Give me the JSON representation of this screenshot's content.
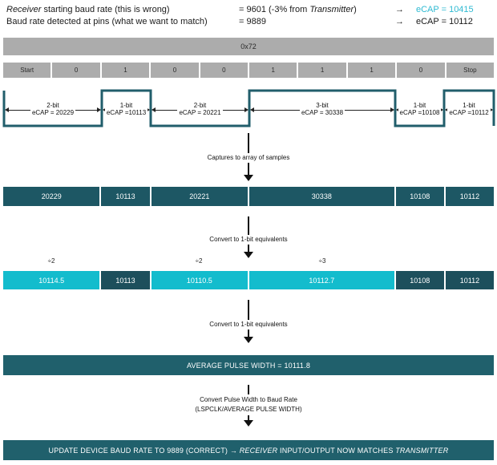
{
  "header": {
    "line1": {
      "label_italic": "Receiver",
      "label_rest": " starting baud rate (this is wrong)",
      "value_pre": "= 9601 (-3% from ",
      "value_italic": "Transmitter",
      "value_post": ")",
      "arrow": "→",
      "ecap": "eCAP = 10415"
    },
    "line2": {
      "label": "Baud rate detected at pins (what we want to match)",
      "value": "= 9889",
      "arrow": "→",
      "ecap": "eCAP = 10112"
    }
  },
  "byte_bar": {
    "label": "0x72"
  },
  "bit_row": {
    "cells": [
      "Start",
      "0",
      "1",
      "0",
      "0",
      "1",
      "1",
      "1",
      "0",
      "Stop"
    ]
  },
  "waveform": {
    "segments": [
      {
        "bits": "2-bit",
        "ecap": "eCAP = 20229"
      },
      {
        "bits": "1-bit",
        "ecap": "eCAP =10113"
      },
      {
        "bits": "2-bit",
        "ecap": "eCAP = 20221"
      },
      {
        "bits": "3-bit",
        "ecap": "eCAP = 30338"
      },
      {
        "bits": "1-bit",
        "ecap": "eCAP =10108"
      },
      {
        "bits": "1-bit",
        "ecap": "eCAP =10112"
      }
    ]
  },
  "arrows": {
    "capture": "Captures to array of samples",
    "convert1": "Convert to 1-bit equivalents",
    "convert2": "Convert to 1-bit equivalents",
    "convert3_line1": "Convert Pulse Width to Baud Rate",
    "convert3_line2": "(LSPCLK/AVERAGE PULSE WIDTH)"
  },
  "samples_row": {
    "cells": [
      "20229",
      "10113",
      "20221",
      "30338",
      "10108",
      "10112"
    ]
  },
  "divisors": [
    "÷2",
    "÷2",
    "÷3"
  ],
  "converted_row": {
    "cells": [
      {
        "value": "10114.5"
      },
      {
        "value": "10113"
      },
      {
        "value": "10110.5"
      },
      {
        "value": "10112.7"
      },
      {
        "value": "10108"
      },
      {
        "value": "10112"
      }
    ]
  },
  "average_bar": {
    "label": "AVERAGE PULSE WIDTH = 10111.8"
  },
  "final_bar": {
    "part1": "UPDATE DEVICE BAUD RATE TO 9889 (CORRECT) → ",
    "italic1": "RECEIVER",
    "part2": " INPUT/OUTPUT NOW MATCHES ",
    "italic2": "TRANSMITTER"
  },
  "colors": {
    "teal_row": "#1d5764",
    "teal_bar": "#20606c",
    "dark_cell": "#1d4f5c",
    "cyan_cell": "#13bccd",
    "cyan_text": "#2fbad2",
    "gray": "#acacac"
  }
}
